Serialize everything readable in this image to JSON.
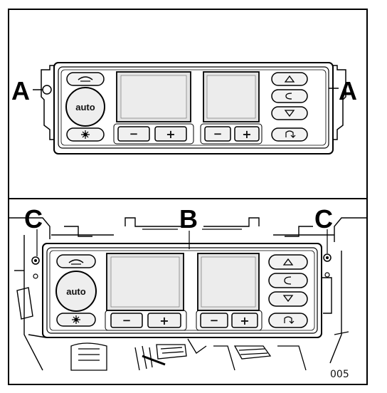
{
  "top_panel": {
    "callout_left": "A",
    "callout_right": "A",
    "auto_label": "auto",
    "minus_symbol": "−",
    "plus_symbol": "+"
  },
  "bottom_panel": {
    "callout_left": "C",
    "callout_center": "B",
    "callout_right": "C",
    "auto_label": "auto",
    "minus_symbol": "−",
    "plus_symbol": "+"
  },
  "figure_number": "005",
  "icons": [
    "defrost-icon",
    "fan-icon",
    "airflow-up-icon",
    "airflow-face-icon",
    "airflow-down-icon",
    "recirculation-icon"
  ]
}
